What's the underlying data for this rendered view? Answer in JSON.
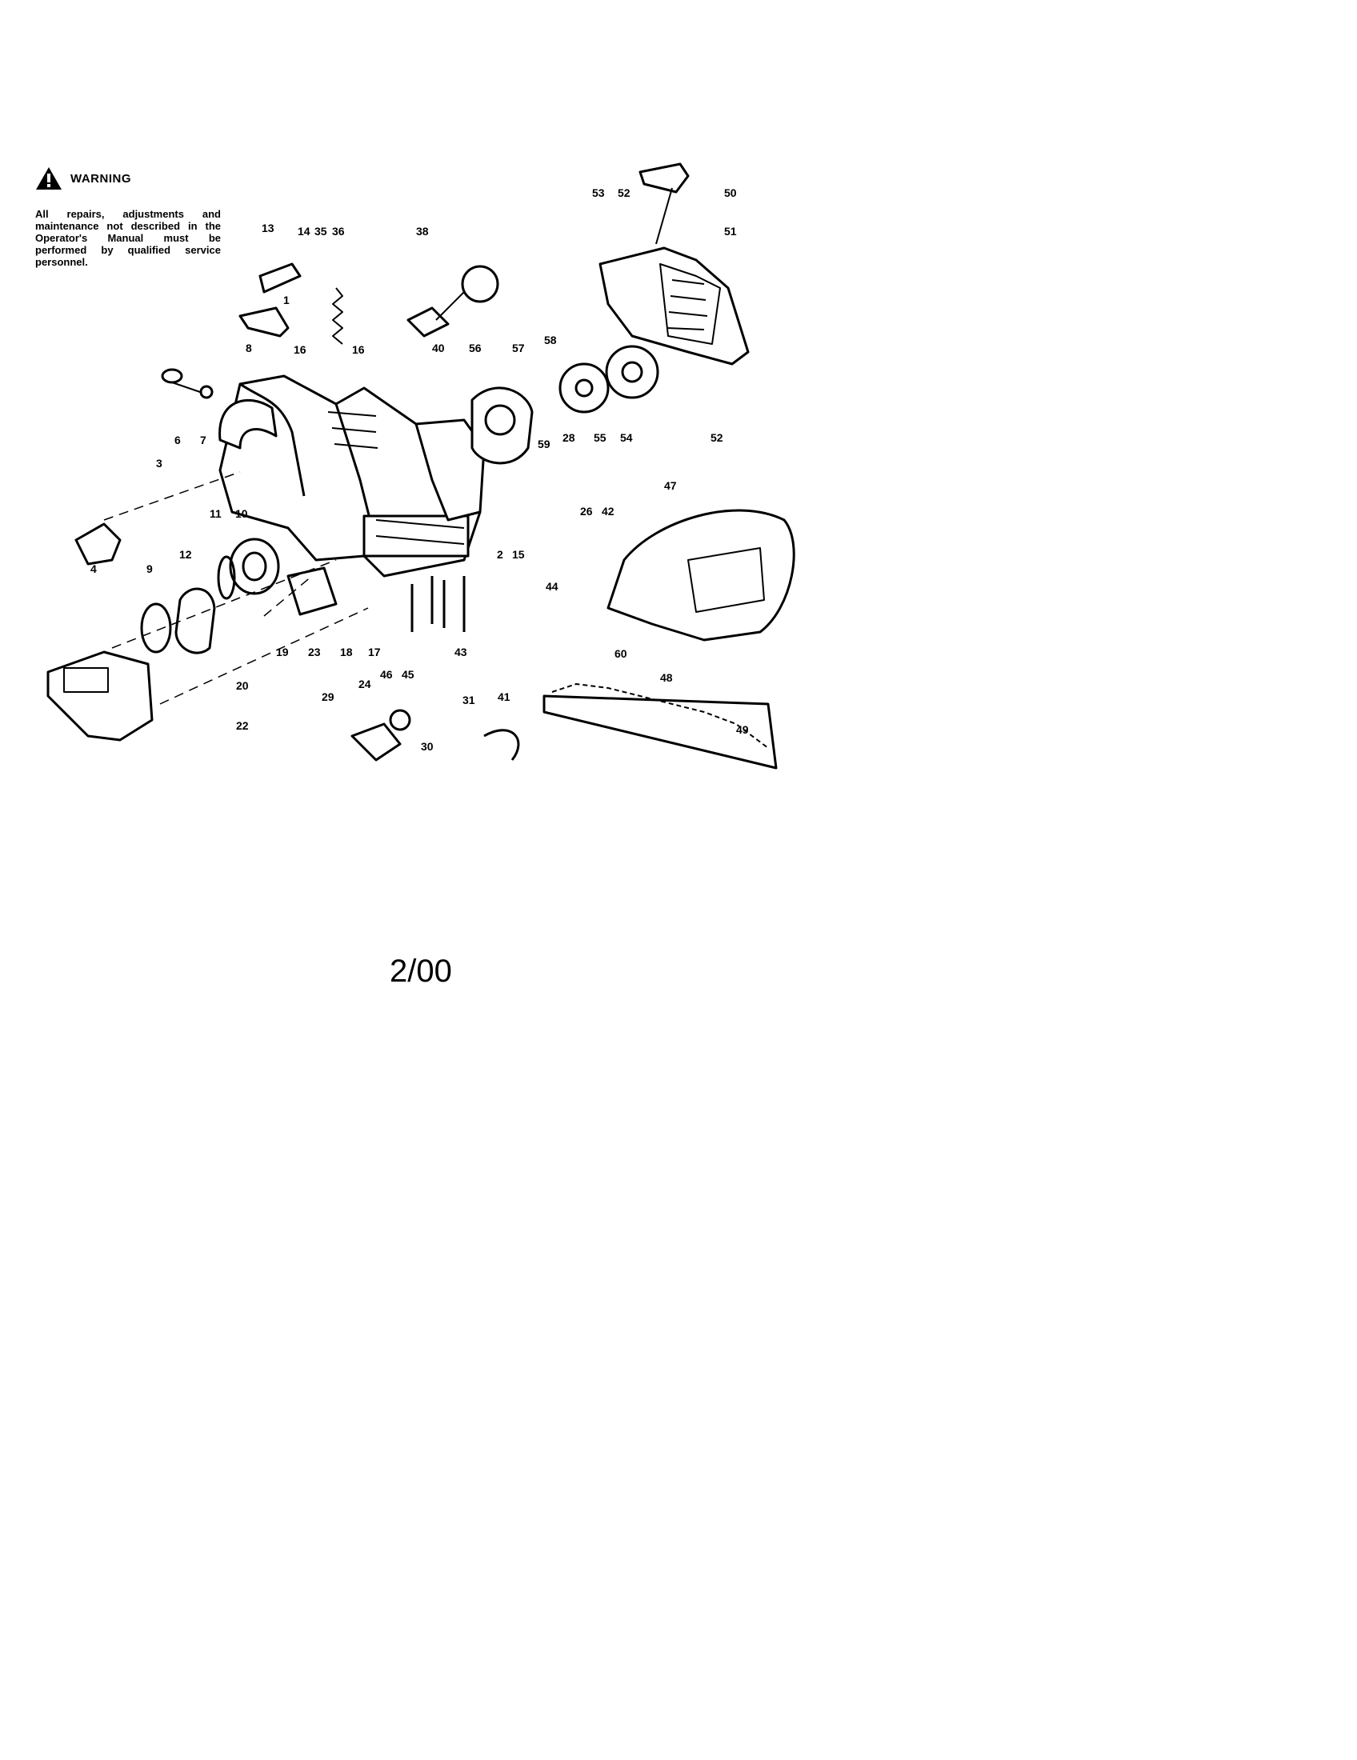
{
  "warning": {
    "icon": "warning-triangle-icon",
    "title": "WARNING",
    "text": "All repairs, adjustments and maintenance not described in the Operator's Manual must be performed by qualified service personnel."
  },
  "part_numbers": [
    "13",
    "14",
    "35",
    "36",
    "38",
    "53",
    "52",
    "50",
    "51",
    "1",
    "8",
    "16",
    "16",
    "6",
    "7",
    "40",
    "56",
    "57",
    "58",
    "59",
    "28",
    "55",
    "54",
    "52",
    "3",
    "11",
    "10",
    "26",
    "42",
    "47",
    "12",
    "2",
    "15",
    "4",
    "9",
    "19",
    "23",
    "18",
    "17",
    "43",
    "44",
    "48",
    "60",
    "20",
    "22",
    "29",
    "24",
    "46",
    "45",
    "31",
    "41",
    "30",
    "49"
  ],
  "footer": {
    "date": "2/00"
  }
}
